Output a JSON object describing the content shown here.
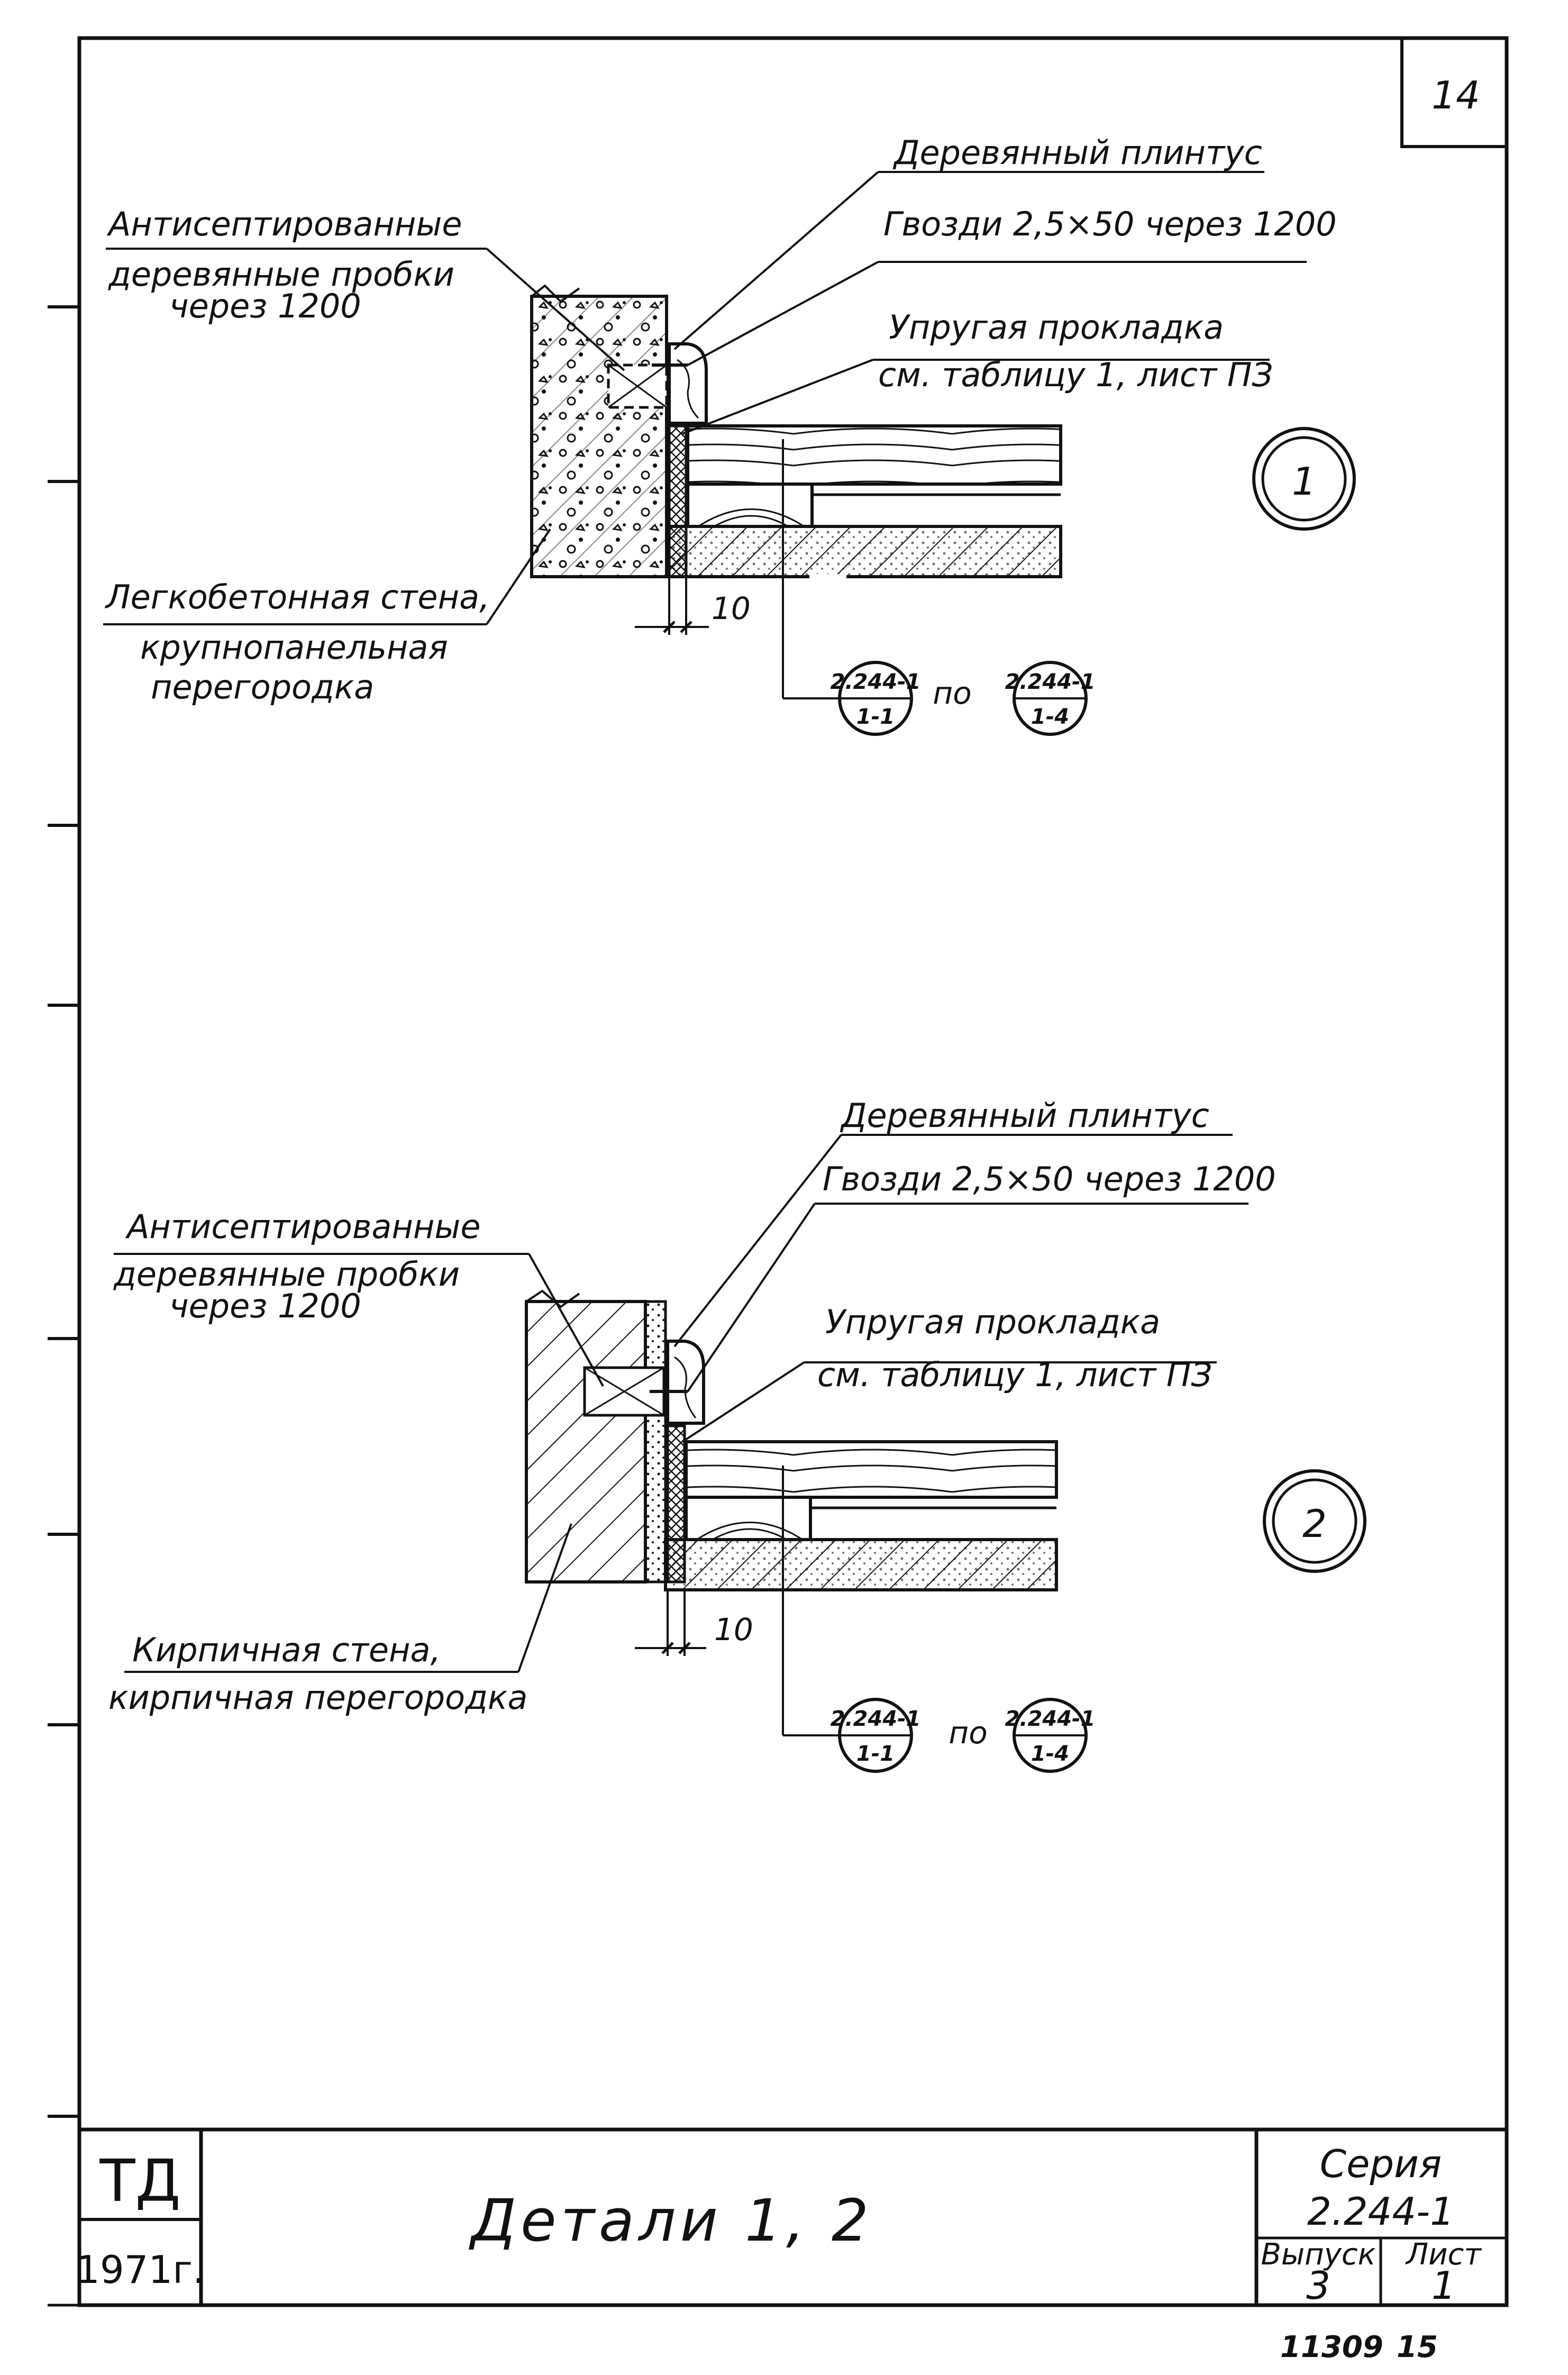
{
  "page_number": "14",
  "detail1": {
    "marker": "1",
    "label_plinth": "Деревянный плинтус",
    "label_nails": "Гвозди 2,5×50 через 1200",
    "label_antiseptic_1": "Антисептированные",
    "label_antiseptic_2": "деревянные пробки",
    "label_antiseptic_3": "через 1200",
    "label_gasket": "Упругая прокладка",
    "label_gasket_ref": "см. таблицу 1, лист ПЗ",
    "label_wall_1": "Легкобетонная стена,",
    "label_wall_2": "крупнопанельная",
    "label_wall_3": "перегородка",
    "dimension": "10",
    "ref_a_top": "2.244-1",
    "ref_a_bottom": "1-1",
    "ref_word": "по",
    "ref_b_top": "2.244-1",
    "ref_b_bottom": "1-4"
  },
  "detail2": {
    "marker": "2",
    "label_plinth": "Деревянный плинтус",
    "label_nails": "Гвозди 2,5×50 через 1200",
    "label_antiseptic_1": "Антисептированные",
    "label_antiseptic_2": "деревянные пробки",
    "label_antiseptic_3": "через 1200",
    "label_gasket": "Упругая прокладка",
    "label_gasket_ref": "см. таблицу 1, лист ПЗ",
    "label_wall_1": "Кирпичная стена,",
    "label_wall_2": "кирпичная перегородка",
    "dimension": "10",
    "ref_a_top": "2.244-1",
    "ref_a_bottom": "1-1",
    "ref_word": "по",
    "ref_b_top": "2.244-1",
    "ref_b_bottom": "1-4"
  },
  "title_block": {
    "org": "ТД",
    "year": "1971г.",
    "title": "Детали 1, 2",
    "series_label": "Серия",
    "series_value": "2.244-1",
    "issue_label": "Выпуск",
    "issue_value": "3",
    "sheet_label": "Лист",
    "sheet_value": "1"
  },
  "footer": {
    "code": "11309",
    "page": "15"
  }
}
